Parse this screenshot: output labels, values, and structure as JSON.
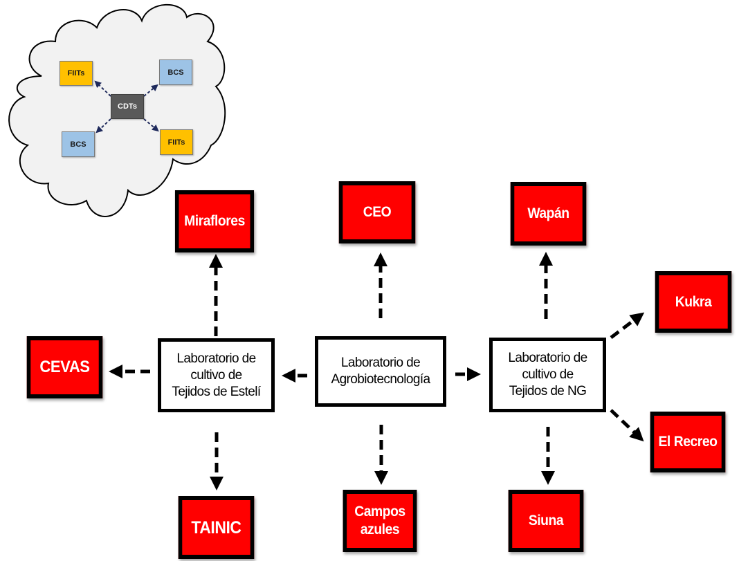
{
  "cloud": {
    "center": {
      "label": "CDTs"
    },
    "items": [
      {
        "id": "fiits-top-left",
        "label": "FIITs",
        "color": "#ffc000"
      },
      {
        "id": "bcs-top-right",
        "label": "BCS",
        "color": "#9dc3e6"
      },
      {
        "id": "bcs-bottom-left",
        "label": "BCS",
        "color": "#9dc3e6"
      },
      {
        "id": "fiits-bottom-right",
        "label": "FIITs",
        "color": "#ffc000"
      }
    ],
    "fill_color": "#f2f2f2",
    "arrow_color": "#1f2a5c",
    "center_color": "#595959"
  },
  "labs": {
    "agro": {
      "line1": "Laboratorio de",
      "line2": "Agrobiotecnología"
    },
    "esteli": {
      "line1": "Laboratorio de",
      "line2": "cultivo de",
      "line3": "Tejidos de Estelí"
    },
    "ng": {
      "line1": "Laboratorio de",
      "line2": "cultivo de",
      "line3": "Tejidos de NG"
    }
  },
  "sites": {
    "miraflores": {
      "label": "Miraflores",
      "parent": "esteli"
    },
    "cevas": {
      "label": "CEVAS",
      "parent": "esteli"
    },
    "tainic": {
      "label": "TAINIC",
      "parent": "esteli"
    },
    "ceo": {
      "label": "CEO",
      "parent": "agro"
    },
    "campos": {
      "line1": "Campos",
      "line2": "azules",
      "parent": "agro"
    },
    "wapan": {
      "label": "Wapán",
      "parent": "ng"
    },
    "kukra": {
      "label": "Kukra",
      "parent": "ng"
    },
    "recreo": {
      "label": "El Recreo",
      "parent": "ng"
    },
    "siuna": {
      "label": "Siuna",
      "parent": "ng"
    }
  },
  "edges": [
    {
      "from": "agro",
      "to": "esteli"
    },
    {
      "from": "agro",
      "to": "ng"
    },
    {
      "from": "agro",
      "to": "ceo"
    },
    {
      "from": "agro",
      "to": "campos"
    },
    {
      "from": "esteli",
      "to": "miraflores"
    },
    {
      "from": "esteli",
      "to": "cevas"
    },
    {
      "from": "esteli",
      "to": "tainic"
    },
    {
      "from": "ng",
      "to": "wapan"
    },
    {
      "from": "ng",
      "to": "kukra"
    },
    {
      "from": "ng",
      "to": "recreo"
    },
    {
      "from": "ng",
      "to": "siuna"
    },
    {
      "from": "cdts",
      "to": "fiits-top-left"
    },
    {
      "from": "cdts",
      "to": "bcs-top-right"
    },
    {
      "from": "cdts",
      "to": "bcs-bottom-left"
    },
    {
      "from": "cdts",
      "to": "fiits-bottom-right"
    }
  ],
  "colors": {
    "site_fill": "#ff0000",
    "border": "#000000",
    "lab_fill": "#ffffff"
  }
}
